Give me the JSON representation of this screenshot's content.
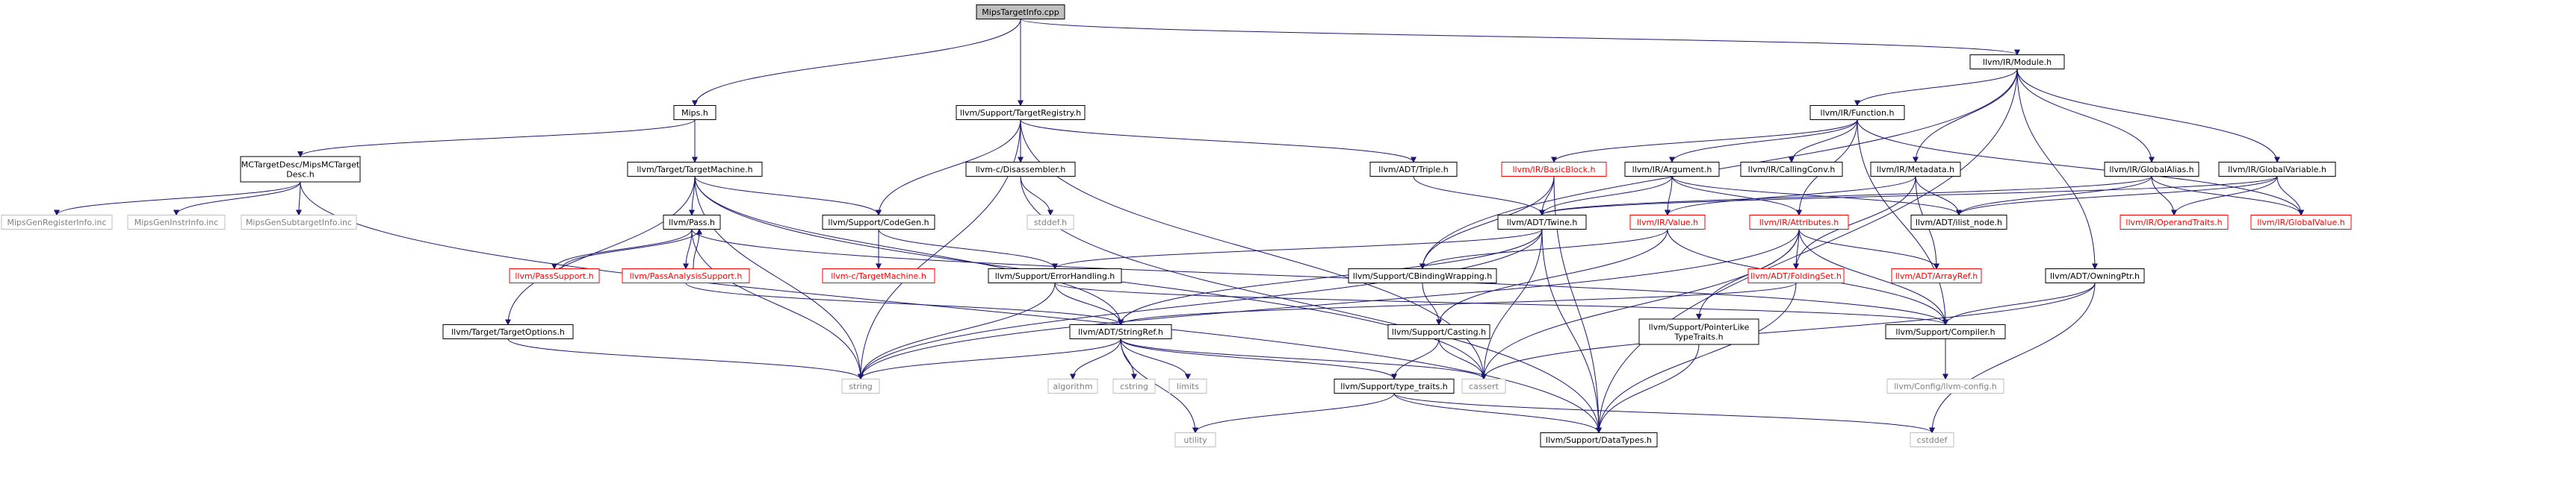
{
  "graph": {
    "colors": {
      "edge": "#191970",
      "root_fill": "#bfbfbf",
      "root_border": "#000000",
      "header_border": "#000000",
      "truncated_border": "#ff0000",
      "external_border": "#bfbfbf",
      "external_text": "#808080",
      "text": "#000000",
      "truncated_text": "#ff0000"
    },
    "nodes": [
      {
        "id": "root",
        "kind": "root",
        "label": "MipsTargetInfo.cpp"
      },
      {
        "id": "mips",
        "kind": "header",
        "label": "Mips.h"
      },
      {
        "id": "targetregistry",
        "kind": "header",
        "label": "llvm/Support/TargetRegistry.h"
      },
      {
        "id": "module",
        "kind": "header",
        "label": "llvm/IR/Module.h"
      },
      {
        "id": "mcdesc",
        "kind": "header",
        "label": "MCTargetDesc/MipsMCTarget\nDesc.h"
      },
      {
        "id": "targetmachine",
        "kind": "header",
        "label": "llvm/Target/TargetMachine.h"
      },
      {
        "id": "disassembler",
        "kind": "header",
        "label": "llvm-c/Disassembler.h"
      },
      {
        "id": "triple",
        "kind": "header",
        "label": "llvm/ADT/Triple.h"
      },
      {
        "id": "function",
        "kind": "header",
        "label": "llvm/IR/Function.h"
      },
      {
        "id": "basicblock",
        "kind": "truncated",
        "label": "llvm/IR/BasicBlock.h"
      },
      {
        "id": "argument",
        "kind": "header",
        "label": "llvm/IR/Argument.h"
      },
      {
        "id": "callingconv",
        "kind": "header",
        "label": "llvm/IR/CallingConv.h"
      },
      {
        "id": "metadata",
        "kind": "header",
        "label": "llvm/IR/Metadata.h"
      },
      {
        "id": "globalalias",
        "kind": "header",
        "label": "llvm/IR/GlobalAlias.h"
      },
      {
        "id": "globalvariable",
        "kind": "header",
        "label": "llvm/IR/GlobalVariable.h"
      },
      {
        "id": "reginfo",
        "kind": "external",
        "label": "MipsGenRegisterInfo.inc"
      },
      {
        "id": "instrinfo",
        "kind": "external",
        "label": "MipsGenInstrInfo.inc"
      },
      {
        "id": "subtargetinfo",
        "kind": "external",
        "label": "MipsGenSubtargetInfo.inc"
      },
      {
        "id": "pass",
        "kind": "header",
        "label": "llvm/Pass.h"
      },
      {
        "id": "codegen",
        "kind": "header",
        "label": "llvm/Support/CodeGen.h"
      },
      {
        "id": "stddef",
        "kind": "external",
        "label": "stddef.h"
      },
      {
        "id": "twine",
        "kind": "header",
        "label": "llvm/ADT/Twine.h"
      },
      {
        "id": "value",
        "kind": "truncated",
        "label": "llvm/IR/Value.h"
      },
      {
        "id": "attributes",
        "kind": "truncated",
        "label": "llvm/IR/Attributes.h"
      },
      {
        "id": "ilistnode",
        "kind": "header",
        "label": "llvm/ADT/ilist_node.h"
      },
      {
        "id": "operandtraits",
        "kind": "truncated",
        "label": "llvm/IR/OperandTraits.h"
      },
      {
        "id": "globalvalue",
        "kind": "truncated",
        "label": "llvm/IR/GlobalValue.h"
      },
      {
        "id": "passsupport",
        "kind": "truncated",
        "label": "llvm/PassSupport.h"
      },
      {
        "id": "passanalysis",
        "kind": "truncated",
        "label": "llvm/PassAnalysisSupport.h"
      },
      {
        "id": "ctargetmachine",
        "kind": "truncated",
        "label": "llvm-c/TargetMachine.h"
      },
      {
        "id": "errorhandling",
        "kind": "header",
        "label": "llvm/Support/ErrorHandling.h"
      },
      {
        "id": "cbinding",
        "kind": "header",
        "label": "llvm/Support/CBindingWrapping.h"
      },
      {
        "id": "foldingset",
        "kind": "truncated",
        "label": "llvm/ADT/FoldingSet.h"
      },
      {
        "id": "arrayref",
        "kind": "truncated",
        "label": "llvm/ADT/ArrayRef.h"
      },
      {
        "id": "owningptr",
        "kind": "header",
        "label": "llvm/ADT/OwningPtr.h"
      },
      {
        "id": "targetoptions",
        "kind": "header",
        "label": "llvm/Target/TargetOptions.h"
      },
      {
        "id": "stringref",
        "kind": "header",
        "label": "llvm/ADT/StringRef.h"
      },
      {
        "id": "casting",
        "kind": "header",
        "label": "llvm/Support/Casting.h"
      },
      {
        "id": "pointerlike",
        "kind": "header",
        "label": "llvm/Support/PointerLike\nTypeTraits.h"
      },
      {
        "id": "compiler",
        "kind": "header",
        "label": "llvm/Support/Compiler.h"
      },
      {
        "id": "string",
        "kind": "external",
        "label": "string"
      },
      {
        "id": "algorithm",
        "kind": "external",
        "label": "algorithm"
      },
      {
        "id": "cstring",
        "kind": "external",
        "label": "cstring"
      },
      {
        "id": "limits",
        "kind": "external",
        "label": "limits"
      },
      {
        "id": "typetraits",
        "kind": "header",
        "label": "llvm/Support/type_traits.h"
      },
      {
        "id": "cassert",
        "kind": "external",
        "label": "cassert"
      },
      {
        "id": "llvmconfig",
        "kind": "external",
        "label": "llvm/Config/llvm-config.h"
      },
      {
        "id": "utility",
        "kind": "external",
        "label": "utility"
      },
      {
        "id": "datatypes",
        "kind": "header",
        "label": "llvm/Support/DataTypes.h"
      },
      {
        "id": "cstddef",
        "kind": "external",
        "label": "cstddef"
      }
    ],
    "edges": [
      [
        "root",
        "mips"
      ],
      [
        "root",
        "targetregistry"
      ],
      [
        "root",
        "module"
      ],
      [
        "mips",
        "mcdesc"
      ],
      [
        "mips",
        "targetmachine"
      ],
      [
        "mcdesc",
        "reginfo"
      ],
      [
        "mcdesc",
        "instrinfo"
      ],
      [
        "mcdesc",
        "subtargetinfo"
      ],
      [
        "mcdesc",
        "datatypes"
      ],
      [
        "targetregistry",
        "string"
      ],
      [
        "targetregistry",
        "codegen"
      ],
      [
        "targetregistry",
        "disassembler"
      ],
      [
        "targetregistry",
        "triple"
      ],
      [
        "targetregistry",
        "cassert"
      ],
      [
        "module",
        "cbinding"
      ],
      [
        "module",
        "function"
      ],
      [
        "module",
        "metadata"
      ],
      [
        "module",
        "globalalias"
      ],
      [
        "module",
        "globalvariable"
      ],
      [
        "module",
        "owningptr"
      ],
      [
        "module",
        "datatypes"
      ],
      [
        "targetmachine",
        "pass"
      ],
      [
        "targetmachine",
        "codegen"
      ],
      [
        "targetmachine",
        "stringref"
      ],
      [
        "targetmachine",
        "string"
      ],
      [
        "targetmachine",
        "cassert"
      ],
      [
        "targetmachine",
        "targetoptions"
      ],
      [
        "disassembler",
        "stddef"
      ],
      [
        "disassembler",
        "datatypes"
      ],
      [
        "triple",
        "twine"
      ],
      [
        "function",
        "basicblock"
      ],
      [
        "function",
        "argument"
      ],
      [
        "function",
        "callingconv"
      ],
      [
        "function",
        "attributes"
      ],
      [
        "function",
        "compiler"
      ],
      [
        "function",
        "globalvalue"
      ],
      [
        "basicblock",
        "twine"
      ],
      [
        "basicblock",
        "cbinding"
      ],
      [
        "basicblock",
        "datatypes"
      ],
      [
        "argument",
        "twine"
      ],
      [
        "argument",
        "value"
      ],
      [
        "argument",
        "attributes"
      ],
      [
        "argument",
        "ilistnode"
      ],
      [
        "metadata",
        "value"
      ],
      [
        "metadata",
        "ilistnode"
      ],
      [
        "metadata",
        "arrayref"
      ],
      [
        "metadata",
        "foldingset"
      ],
      [
        "globalalias",
        "twine"
      ],
      [
        "globalalias",
        "ilistnode"
      ],
      [
        "globalalias",
        "operandtraits"
      ],
      [
        "globalalias",
        "globalvalue"
      ],
      [
        "globalvariable",
        "twine"
      ],
      [
        "globalvariable",
        "ilistnode"
      ],
      [
        "globalvariable",
        "operandtraits"
      ],
      [
        "globalvariable",
        "globalvalue"
      ],
      [
        "pass",
        "passsupport"
      ],
      [
        "pass",
        "passanalysis"
      ],
      [
        "pass",
        "string"
      ],
      [
        "pass",
        "compiler"
      ],
      [
        "passsupport",
        "pass"
      ],
      [
        "passanalysis",
        "pass"
      ],
      [
        "passanalysis",
        "stringref"
      ],
      [
        "codegen",
        "ctargetmachine"
      ],
      [
        "codegen",
        "errorhandling"
      ],
      [
        "twine",
        "stringref"
      ],
      [
        "twine",
        "errorhandling"
      ],
      [
        "twine",
        "cassert"
      ],
      [
        "twine",
        "string"
      ],
      [
        "twine",
        "datatypes"
      ],
      [
        "value",
        "cbinding"
      ],
      [
        "value",
        "compiler"
      ],
      [
        "value",
        "casting"
      ],
      [
        "attributes",
        "arrayref"
      ],
      [
        "attributes",
        "foldingset"
      ],
      [
        "attributes",
        "pointerlike"
      ],
      [
        "attributes",
        "compiler"
      ],
      [
        "attributes",
        "cassert"
      ],
      [
        "attributes",
        "string"
      ],
      [
        "errorhandling",
        "stringref"
      ],
      [
        "errorhandling",
        "compiler"
      ],
      [
        "errorhandling",
        "string"
      ],
      [
        "cbinding",
        "casting"
      ],
      [
        "foldingset",
        "stringref"
      ],
      [
        "foldingset",
        "datatypes"
      ],
      [
        "owningptr",
        "compiler"
      ],
      [
        "owningptr",
        "cassert"
      ],
      [
        "owningptr",
        "cstddef"
      ],
      [
        "targetoptions",
        "string"
      ],
      [
        "stringref",
        "typetraits"
      ],
      [
        "stringref",
        "algorithm"
      ],
      [
        "stringref",
        "cassert"
      ],
      [
        "stringref",
        "cstring"
      ],
      [
        "stringref",
        "limits"
      ],
      [
        "stringref",
        "string"
      ],
      [
        "stringref",
        "utility"
      ],
      [
        "casting",
        "typetraits"
      ],
      [
        "casting",
        "cassert"
      ],
      [
        "pointerlike",
        "datatypes"
      ],
      [
        "compiler",
        "llvmconfig"
      ],
      [
        "typetraits",
        "datatypes"
      ],
      [
        "typetraits",
        "cstddef"
      ],
      [
        "typetraits",
        "utility"
      ]
    ]
  }
}
